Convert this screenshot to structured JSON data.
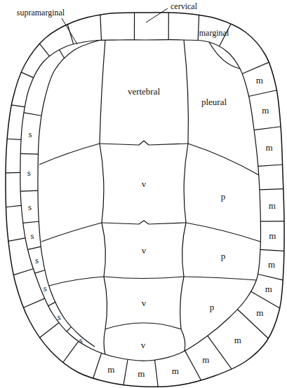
{
  "diagram": {
    "labels": [
      "cervical",
      "supramarginal",
      "marginal",
      "vertebral",
      "pleural",
      "m",
      "m",
      "m",
      "m",
      "m",
      "m",
      "m",
      "m",
      "m",
      "m",
      "m",
      "m",
      "m",
      "s",
      "s",
      "s",
      "s",
      "s",
      "s",
      "s",
      "s",
      "v",
      "v",
      "v",
      "v",
      "p",
      "p",
      "p"
    ]
  }
}
